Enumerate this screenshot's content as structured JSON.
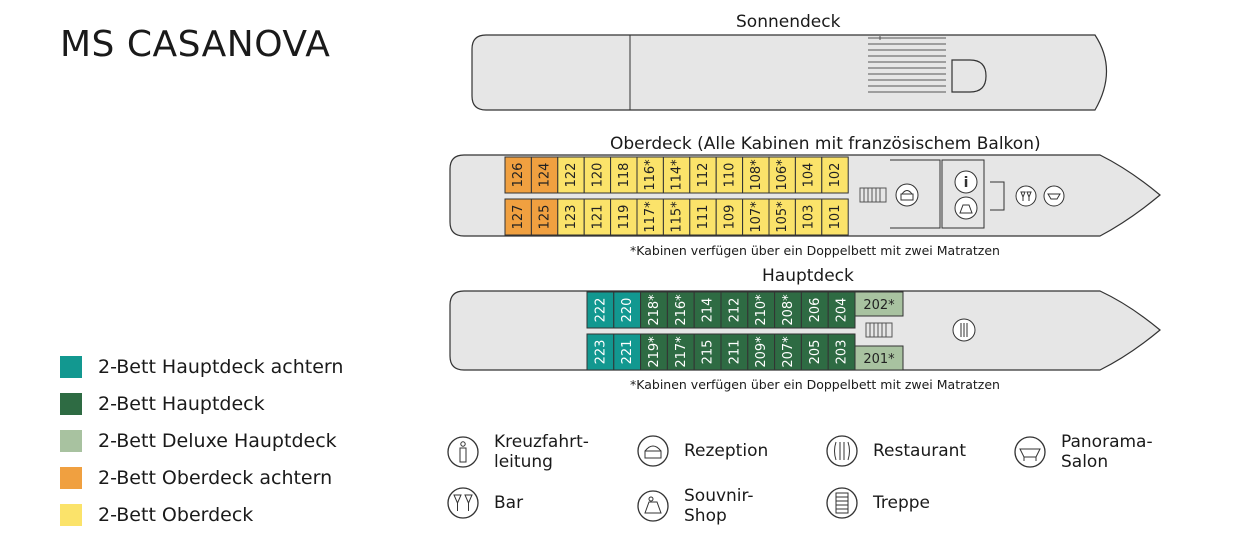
{
  "title": "MS CASANOVA",
  "decks": {
    "sonnendeck": {
      "title": "Sonnendeck"
    },
    "oberdeck": {
      "title": "Oberdeck (Alle Kabinen mit französischem Balkon)",
      "note": "*Kabinen verfügen über ein Doppelbett mit zwei Matratzen",
      "top_row": [
        "126",
        "124",
        "122",
        "120",
        "118",
        "116*",
        "114*",
        "112",
        "110",
        "108*",
        "106*",
        "104",
        "102"
      ],
      "bottom_row": [
        "127",
        "125",
        "123",
        "121",
        "119",
        "117*",
        "115*",
        "111",
        "109",
        "107*",
        "105*",
        "103",
        "101"
      ]
    },
    "hauptdeck": {
      "title": "Hauptdeck",
      "note": "*Kabinen verfügen über ein Doppelbett mit zwei Matratzen",
      "top_row": [
        "222",
        "220",
        "218*",
        "216*",
        "214",
        "212",
        "210*",
        "208*",
        "206",
        "204"
      ],
      "bottom_row": [
        "223",
        "221",
        "219*",
        "217*",
        "215",
        "211",
        "209*",
        "207*",
        "205",
        "203"
      ],
      "deluxe_top": "202*",
      "deluxe_bottom": "201*"
    }
  },
  "legend": [
    {
      "label": "2-Bett Hauptdeck achtern",
      "color": "#129890"
    },
    {
      "label": "2-Bett Hauptdeck",
      "color": "#2e6b43"
    },
    {
      "label": "2-Bett Deluxe Hauptdeck",
      "color": "#a8c2a0"
    },
    {
      "label": "2-Bett Oberdeck achtern",
      "color": "#f0a040"
    },
    {
      "label": "2-Bett Oberdeck",
      "color": "#fbe36a"
    }
  ],
  "facilities": [
    {
      "label": "Kreuzfahrt-leitung",
      "icon": "info-icon"
    },
    {
      "label": "Rezeption",
      "icon": "reception-icon"
    },
    {
      "label": "Restaurant",
      "icon": "restaurant-icon"
    },
    {
      "label": "Panorama-Salon",
      "icon": "panorama-salon-icon"
    },
    {
      "label": "Bar",
      "icon": "bar-icon"
    },
    {
      "label": "Souvnir-Shop",
      "icon": "shop-icon"
    },
    {
      "label": "Treppe",
      "icon": "stairs-icon"
    }
  ],
  "colors": {
    "hull": "#e6e6e6",
    "outline": "#333333",
    "oberdeck_achtern": "#f0a040",
    "oberdeck": "#fbe36a",
    "hauptdeck_achtern": "#129890",
    "hauptdeck": "#2e6b43",
    "deluxe": "#a8c2a0"
  }
}
